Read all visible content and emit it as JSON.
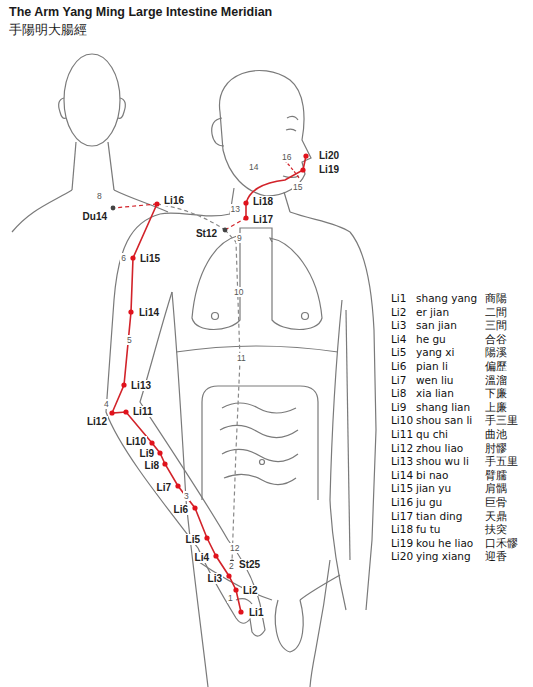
{
  "diagram": {
    "title": "The Arm Yang Ming Large Intestine Meridian",
    "labels": [
      "手陽明大腸經",
      "Li20",
      "Li19",
      "Li16",
      "Du14",
      "Li18",
      "Li17",
      "St12",
      "Li15",
      "Li14",
      "Li13",
      "Li11",
      "Li12",
      "Li10",
      "Li9",
      "Li8",
      "Li7",
      "Li6",
      "Li5",
      "Li4",
      "Li3",
      "Li2",
      "Li1",
      "St25",
      "16",
      "14",
      "15",
      "13",
      "8",
      "9",
      "10",
      "6",
      "11",
      "5",
      "4",
      "3",
      "12",
      "2",
      "1",
      "Li1",
      "shang yang",
      "商陽",
      "Li2",
      "er jian",
      "二間",
      "Li3",
      "san jian",
      "三間",
      "Li4",
      "he gu",
      "合谷",
      "Li5",
      "yang xi",
      "陽溪",
      "Li6",
      "pian li",
      "偏歷",
      "Li7",
      "wen liu",
      "溫溜",
      "Li8",
      "xia lian",
      "下廉",
      "Li9",
      "shang lian",
      "上廉",
      "Li10",
      "shou san li",
      "手三里",
      "Li11",
      "qu chi",
      "曲池",
      "Li12",
      "zhou liao",
      "肘髎",
      "Li13",
      "shou wu li",
      "手五里",
      "Li14",
      "bi nao",
      "臂臑",
      "Li15",
      "jian yu",
      "肩髃",
      "Li16",
      "ju gu",
      "巨骨",
      "Li17",
      "tian ding",
      "天鼎",
      "Li18",
      "fu tu",
      "扶突",
      "Li19",
      "kou he liao",
      "口禾髎",
      "Li20",
      "ying xiang",
      "迎香"
    ]
  }
}
